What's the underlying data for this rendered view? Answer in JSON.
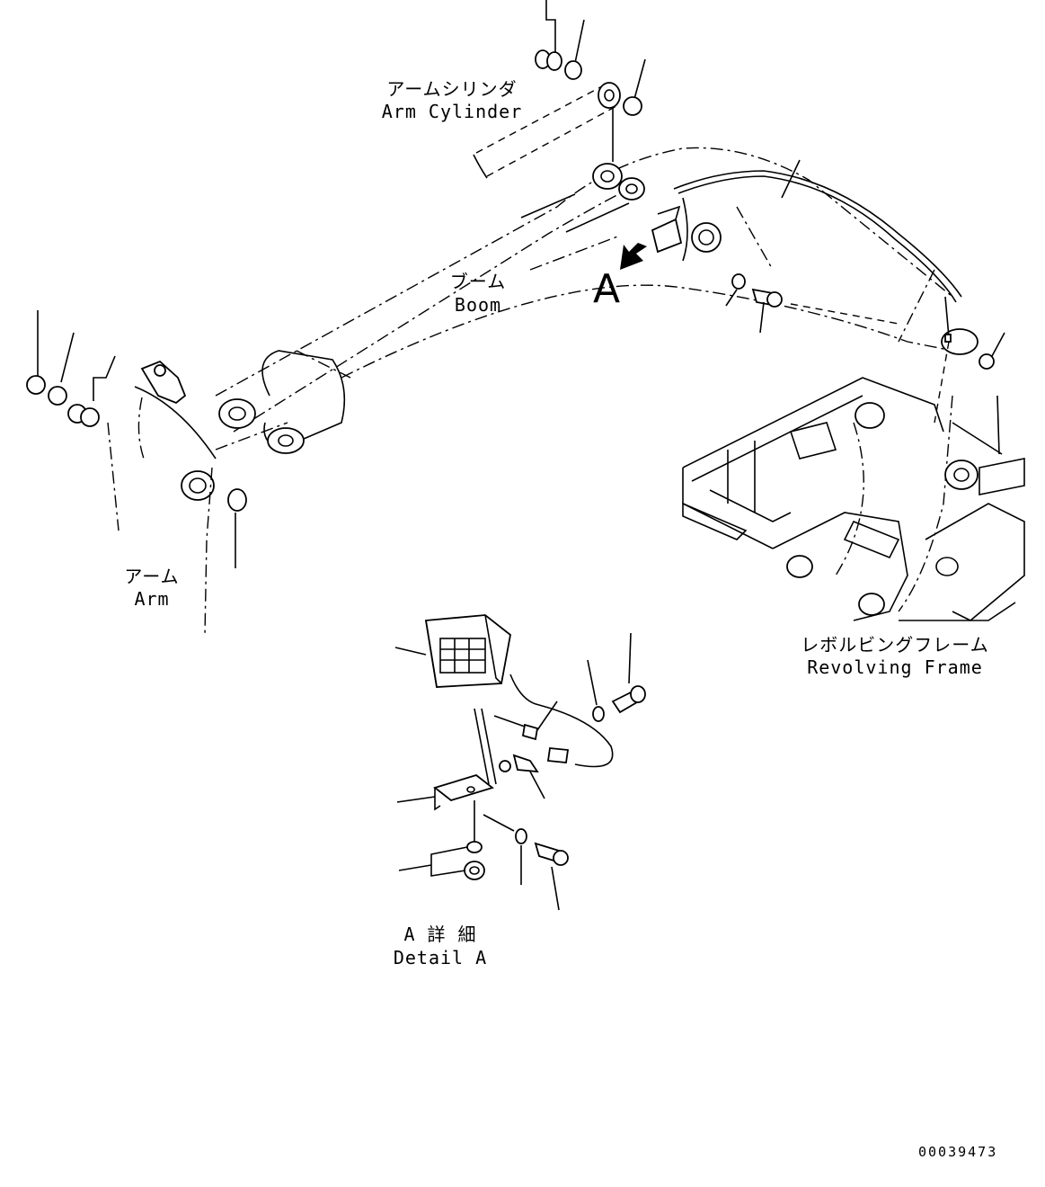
{
  "labels": {
    "arm_cylinder_jp": "アームシリンダ",
    "arm_cylinder_en": "Arm Cylinder",
    "boom_jp": "ブーム",
    "boom_en": "Boom",
    "arm_jp": "アーム",
    "arm_en": "Arm",
    "revolving_frame_jp": "レボルビングフレーム",
    "revolving_frame_en": "Revolving Frame",
    "detail_jp": "A 詳 細",
    "detail_en": "Detail A",
    "view_letter": "A"
  },
  "document_id": "00039473"
}
